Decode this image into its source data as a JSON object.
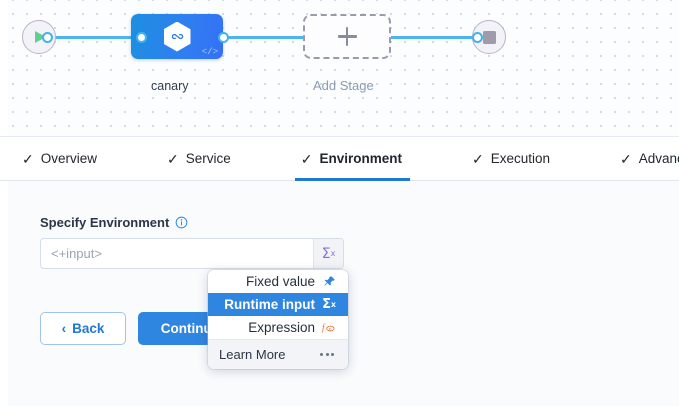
{
  "pipeline": {
    "start_node": {
      "icon": "play-icon",
      "name": "pipeline-start"
    },
    "end_node": {
      "icon": "stop-icon",
      "name": "pipeline-end"
    },
    "stages": [
      {
        "label": "canary",
        "icon": "hexagon-link-icon",
        "badge": "</>"
      },
      {
        "label": "Add Stage",
        "icon": "plus-icon"
      }
    ]
  },
  "tabs": [
    {
      "label": "Overview",
      "check": "✓",
      "active": false
    },
    {
      "label": "Service",
      "check": "✓",
      "active": false
    },
    {
      "label": "Environment",
      "check": "✓",
      "active": true
    },
    {
      "label": "Execution",
      "check": "✓",
      "active": false
    },
    {
      "label": "Advanced",
      "check": "✓",
      "active": false
    }
  ],
  "form": {
    "field_label": "Specify Environment",
    "info_icon": "info-icon",
    "input_value": "",
    "input_placeholder": "<+input>",
    "sigma_symbol": "Σ",
    "sigma_sup": "x"
  },
  "buttons": {
    "back_label": "Back",
    "back_chevron": "‹",
    "continue_label": "Continue"
  },
  "dropdown": {
    "items": [
      {
        "label": "Fixed value",
        "icon": "pin-icon",
        "glyph": "📌",
        "selected": false
      },
      {
        "label": "Runtime input",
        "icon": "sigma-icon",
        "glyph": "Σ",
        "selected": true
      },
      {
        "label": "Expression",
        "icon": "fx-icon",
        "glyph": "f",
        "selected": false
      }
    ],
    "footer_label": "Learn More",
    "footer_icon": "ellipsis-icon"
  },
  "colors": {
    "accent_blue": "#2f86e0",
    "edge_blue": "#4cb5f0",
    "sigma_purple": "#8b6fd4",
    "fx_orange": "#f06724",
    "play_green": "#63cf8d"
  }
}
